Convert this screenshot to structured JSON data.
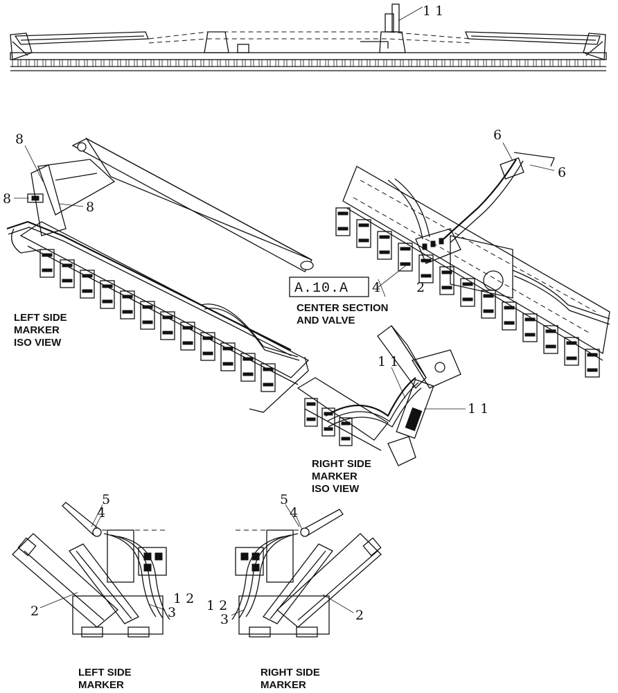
{
  "callouts": {
    "top_11": "1 1",
    "left_8a": "8",
    "left_8b": "8",
    "left_8c": "8",
    "center_6a": "6",
    "center_6b": "6",
    "center_4": "4",
    "center_2": "2",
    "right_11a": "1 1",
    "right_11b": "1 1",
    "bl_5": "5",
    "bl_4": "4",
    "bl_2": "2",
    "bl_12": "1 2",
    "bl_3": "3",
    "br_5": "5",
    "br_4": "4",
    "br_12": "1 2",
    "br_3": "3",
    "br_2": "2"
  },
  "reference_box": "A.10.A",
  "captions": {
    "left_iso": [
      "LEFT SIDE",
      "MARKER",
      "ISO VIEW"
    ],
    "center": [
      "CENTER SECTION",
      "AND VALVE"
    ],
    "right_iso": [
      "RIGHT SIDE",
      "MARKER",
      "ISO VIEW"
    ],
    "left_detail": [
      "LEFT SIDE",
      "MARKER"
    ],
    "right_detail": [
      "RIGHT SIDE",
      "MARKER"
    ]
  }
}
